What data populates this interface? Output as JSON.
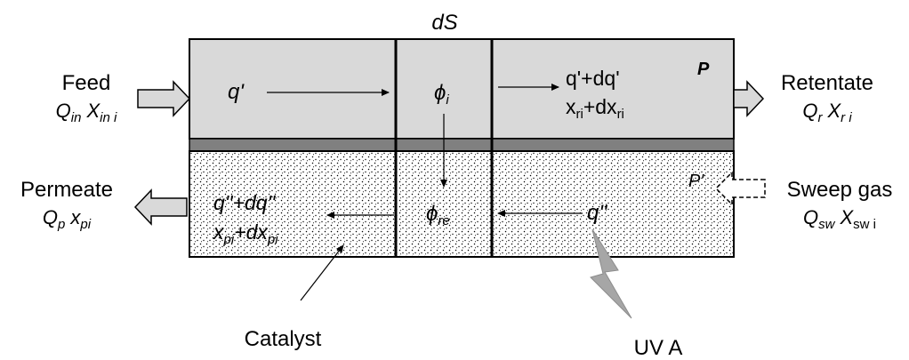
{
  "top_label": "dS",
  "feed": {
    "title": "Feed",
    "flow": "Q",
    "flow_sub": "in",
    "comp": "X",
    "comp_sub": "in i"
  },
  "retentate": {
    "title": "Retentate",
    "flow": "Q",
    "flow_sub": "r",
    "comp": "X",
    "comp_sub": "r i"
  },
  "permeate": {
    "title": "Permeate",
    "flow": "Q",
    "flow_sub": "p",
    "comp": "x",
    "comp_sub": "pi"
  },
  "sweep": {
    "title": "Sweep gas",
    "flow": "Q",
    "flow_sub": "sw",
    "comp": "X",
    "comp_sub": "sw i"
  },
  "retentate_side": {
    "q_in": "q'",
    "phi": "ϕ",
    "phi_sub": "i",
    "q_out": "q'+dq'",
    "x_main": "x",
    "x_sub": "ri",
    "x_plus": "+dx",
    "x_plus_sub": "ri",
    "pressure": "P"
  },
  "permeate_side": {
    "q_out": "q''+dq''",
    "x_main": "x",
    "x_sub": "pi",
    "x_plus": "+dx",
    "x_plus_sub": "pi",
    "phi": "ϕ",
    "phi_sub": "re",
    "q_in": "q''",
    "pressure": "P'"
  },
  "catalyst_label": "Catalyst",
  "uv_label": "UV A",
  "colors": {
    "retentate_fill": "#d9d9d9",
    "membrane_fill": "#808080",
    "catalyst_fill": "#ffffff",
    "uv_bolt": "#a6a6a6",
    "outline": "#000000"
  }
}
